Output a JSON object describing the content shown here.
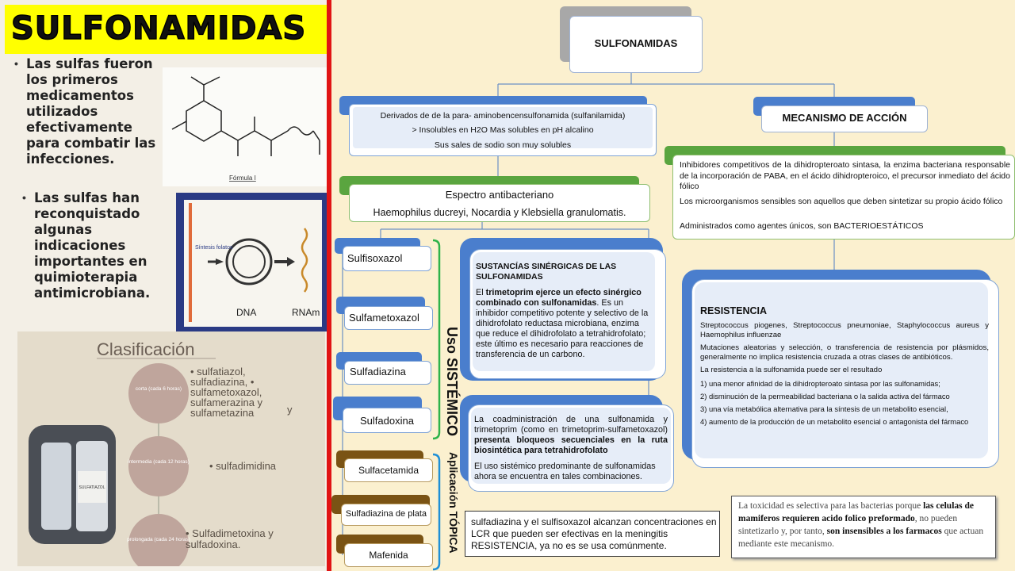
{
  "left": {
    "title": "SULFONAMIDAS",
    "bullet1": "Las sulfas fueron los primeros medicamentos utilizados efectivamente para combatir las infecciones.",
    "bullet2": "Las sulfas han reconquistado algunas indicaciones importantes en quimioterapia antimicrobiana.",
    "structure_caption": "Fórmula I",
    "dna_diagram": {
      "synth_label": "Síntesis folatos",
      "dna_label": "DNA",
      "rna_label": "RNAm"
    },
    "classification": {
      "title": "Clasificación",
      "groups": [
        {
          "circle": "corta (cada 6 horas)",
          "drugs": "• sulfatiazol, sulfadiazina, • sulfametoxazol, sulfamerazina y sulfametazina"
        },
        {
          "circle": "intermedia (cada 12 horas)",
          "drugs": "• sulfadimidina"
        },
        {
          "circle": "prolongada (cada 24 horas)",
          "drugs": "• Sulfadimetoxina y sulfadoxina."
        }
      ],
      "conjunction": "y",
      "vial_label": "SULFATIAZOL"
    }
  },
  "diagram": {
    "root": "SULFONAMIDAS",
    "derivados": {
      "line1": "Derivados de de la para- aminobencensulfonamida (sulfanilamida)",
      "line2": "> Insolubles en H2O Mas solubles en pH alcalino",
      "line3": "Sus sales de sodio son muy solubles"
    },
    "espectro": {
      "title": "Espectro antibacteriano",
      "organisms": "Haemophilus ducreyi, Nocardia y Klebsiella granulomatis."
    },
    "mecanismo": {
      "title": "MECANISMO DE ACCIÓN",
      "p1": "Inhibidores competitivos de la dihidropteroato sintasa, la enzima bacteriana responsable de la incorporación de PABA, en el ácido dihidropteroico, el precursor inmediato del ácido fólico",
      "p2": "Los microorganismos sensibles son aquellos que deben sintetizar su propio ácido fólico",
      "p3": "Administrados como agentes únicos, son BACTERIOESTÁTICOS"
    },
    "sistemico_drugs": [
      "Sulfisoxazol",
      "Sulfametoxazol",
      "Sulfadiazina",
      "Sulfadoxina"
    ],
    "sistemico_label": {
      "prefix": "Uso ",
      "main": "SISTÉMICO"
    },
    "topica_drugs": [
      "Sulfacetamida",
      "Sulfadiazina de plata",
      "Mafenida"
    ],
    "topica_label": {
      "prefix": "Aplicación ",
      "main": "TÓPICA"
    },
    "sinergicas": {
      "title": "SUSTANCÍAS SINÉRGICAS DE LAS SULFONAMIDAS",
      "intro_plain": "El ",
      "intro_bold": "trimetoprim ejerce un efecto sinérgico combinado con sulfonamidas",
      "body": ". Es un inhibidor competitivo potente y selectivo de la dihidrofolato reductasa microbiana, enzima que reduce el dihidrofolato a tetrahidrofolato; este último es necesario para reacciones de transferencia de un carbono."
    },
    "coadmin": {
      "p1_plain": "La coadministración de una sulfonamida y trimetoprim (como en trimetoprim-sulfametoxazol) ",
      "p1_bold": "presenta bloqueos secuenciales en la ruta biosintética para tetrahidrofolato",
      "p2": "El uso sistémico predominante de sulfonamidas ahora se encuentra en tales combinaciones."
    },
    "resistencia": {
      "title": "RESISTENCIA",
      "organisms": "Streptococcus piogenes, Streptococcus pneumoniae, Staphylococcus aureus y Haemophilus influenzae",
      "mutations": "Mutaciones aleatorias y selección, o transferencia de resistencia por plásmidos, generalmente no implica resistencia cruzada a otras clases de antibióticos.",
      "result_intro": "La resistencia a la sulfonamida puede ser el resultado",
      "items": [
        "1) una menor afinidad de la dihidropteroato sintasa por las sulfonamidas;",
        "2) disminución de la permeabilidad bacteriana o la salida activa del fármaco",
        "3) una vía metabólica alternativa para la síntesis de un metabolito esencial,",
        "4) aumento de la producción de un metabolito esencial o antagonista del fármaco"
      ]
    },
    "lcr_note": "sulfadiazina y el sulfisoxazol alcanzan concentraciones en LCR que pueden ser efectivas en la meningitis RESISTENCIA, ya no es se usa comúnmente.",
    "toxicidad": {
      "t1": "La toxicidad es selectiva para las bacterias porque ",
      "t2_bold": "las celulas de mamiferos requieren acido folico preformado",
      "t3": ", no pueden sintetizarlo y, por tanto, ",
      "t4_bold": "son insensibles a los farmacos",
      "t5": " que actuan mediante este mecanismo."
    }
  },
  "colors": {
    "title_bg": "#ffff00",
    "divider": "#e11414",
    "right_bg": "#fbf0cf",
    "blue_cap": "#4a7ecd",
    "green_cap": "#5aa53f",
    "brown_cap": "#7a5314",
    "green_bracket": "#2eb34a",
    "blue_bracket": "#1f8fd6"
  }
}
